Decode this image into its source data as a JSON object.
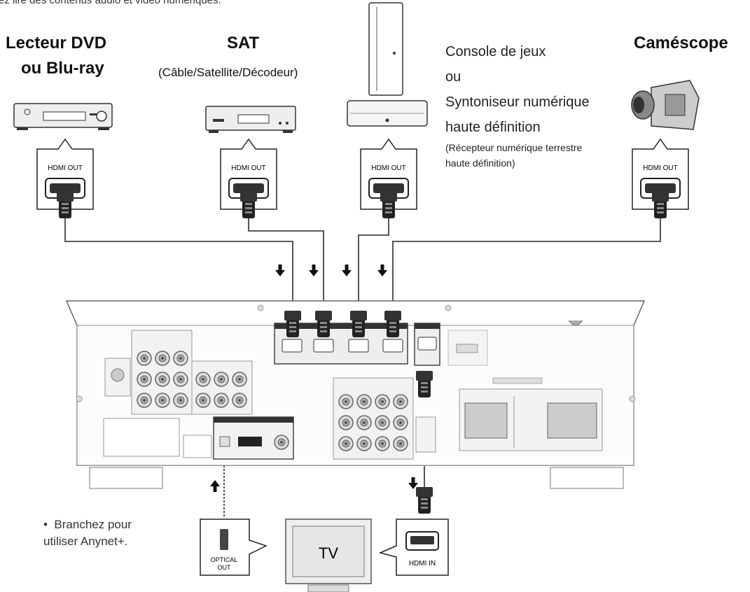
{
  "intro": "ez lire des contenus audio et vidéo numériques.",
  "devices": {
    "dvd": {
      "title_line1": "Lecteur DVD",
      "title_line2": "ou Blu-ray",
      "port": "HDMI OUT"
    },
    "sat": {
      "title": "SAT",
      "subtitle": "(Câble/Satellite/Décodeur)",
      "port": "HDMI OUT"
    },
    "console": {
      "line1": "Console de jeux",
      "line2": "ou",
      "line3": "Syntoniseur numérique",
      "line4": "haute définition",
      "note1": "(Récepteur numérique terrestre",
      "note2": "haute définition)",
      "port": "HDMI OUT"
    },
    "camcorder": {
      "title": "Caméscope",
      "port": "HDMI OUT"
    }
  },
  "tv": {
    "label": "TV",
    "hdmi_port": "HDMI IN",
    "optical_port_line1": "OPTICAL",
    "optical_port_line2": "OUT"
  },
  "note": {
    "bullet": "•",
    "line1": "Branchez pour",
    "line2": "utiliser Anynet+."
  }
}
